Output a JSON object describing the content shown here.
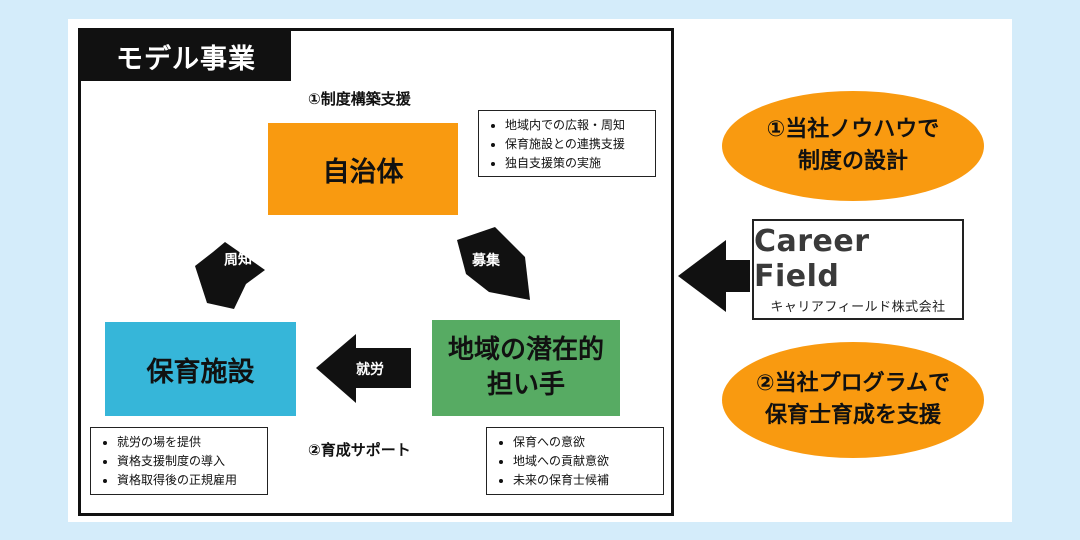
{
  "model": {
    "title": "モデル事業",
    "caption_top": "①制度構築支援",
    "caption_bottom": "②育成サポート"
  },
  "blocks": {
    "government": "自治体",
    "childcare_facility": "保育施設",
    "local_line1": "地域の潜在的",
    "local_line2": "担い手"
  },
  "arrows": {
    "notify": "周知",
    "recruit": "募集",
    "employment": "就労"
  },
  "notes": {
    "government": [
      "地域内での広報・周知",
      "保育施設との連携支援",
      "独自支援策の実施"
    ],
    "facility": [
      "就労の場を提供",
      "資格支援制度の導入",
      "資格取得後の正規雇用"
    ],
    "local": [
      "保育への意欲",
      "地域への貢献意欲",
      "未来の保育士候補"
    ]
  },
  "right": {
    "oval1_line1": "①当社ノウハウで",
    "oval1_line2": "制度の設計",
    "oval2_line1": "②当社プログラムで",
    "oval2_line2": "保育士育成を支援",
    "logo_main": "Career Field",
    "logo_sub": "キャリアフィールド株式会社"
  },
  "colors": {
    "background": "#d4ecfa",
    "orange": "#f99a10",
    "blue": "#36b6d9",
    "green": "#57ab63",
    "arrow": "#111111"
  }
}
